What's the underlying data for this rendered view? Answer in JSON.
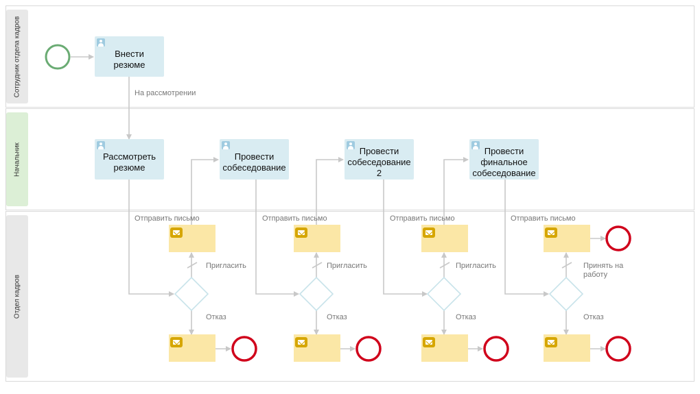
{
  "lanes": [
    {
      "label": "Сотрудник отдела кадров",
      "color": "#e8e8e8"
    },
    {
      "label": "Начальник",
      "color": "#dcefd6"
    },
    {
      "label": "Отдел кадров",
      "color": "#e8e8e8"
    }
  ],
  "tasks": {
    "enter_resume": "Внести резюме",
    "review_resume": "Рассмотреть резюме",
    "interview_1": "Провести собеседование",
    "interview_2": "Провести собеседование 2",
    "final_interview": "Провести финальное собеседование"
  },
  "labels": {
    "under_review": "На рассмотрении",
    "send_letter": "Отправить письмо",
    "invite": "Пригласить",
    "reject": "Отказ",
    "hire": "Принять на работу"
  },
  "colors": {
    "start_event": "#6aab73",
    "end_event": "#d0021b",
    "task_fill": "#d9ecf2",
    "message_fill": "#fbe7a6",
    "edge": "#c8c8c8"
  }
}
